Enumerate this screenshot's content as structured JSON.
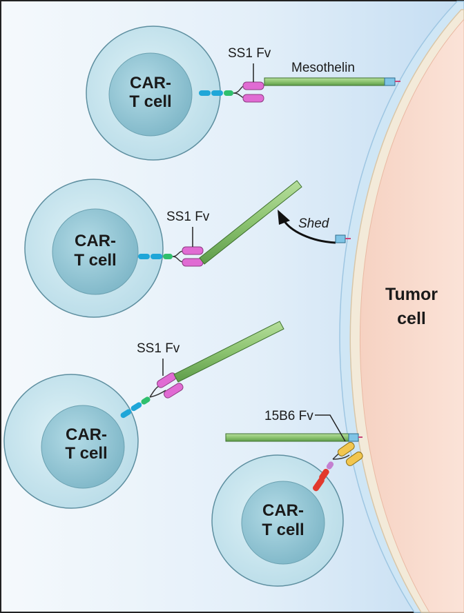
{
  "diagram": {
    "cells": [
      {
        "line1": "CAR-",
        "line2": "T cell"
      },
      {
        "line1": "CAR-",
        "line2": "T cell"
      },
      {
        "line1": "CAR-",
        "line2": "T cell"
      },
      {
        "line1": "CAR-",
        "line2": "T cell"
      }
    ],
    "tumor": {
      "line1": "Tumor",
      "line2": "cell"
    },
    "fv_labels": [
      "SS1 Fv",
      "SS1 Fv",
      "SS1 Fv",
      "15B6 Fv"
    ],
    "antigen_label": "Mesothelin",
    "shed_label": "Shed"
  },
  "colors": {
    "background_left": "#f4f8fc",
    "background_right": "#c7dff3",
    "tcell_outer": "#cbe7f0",
    "tcell_nucleus": "#8fc3d2",
    "tumor_fill": "#f9dccf",
    "tumor_membrane": "#d5e9f6",
    "mesothelin": "#8cc370",
    "ss1_fv": "#e06bd3",
    "b6_fv": "#f2c64f",
    "cd3_cyan": "#1fa6d8",
    "hinge_green": "#2fbf6d",
    "signal_red": "#e2392d",
    "anchor_blue": "#7fc4e6"
  }
}
